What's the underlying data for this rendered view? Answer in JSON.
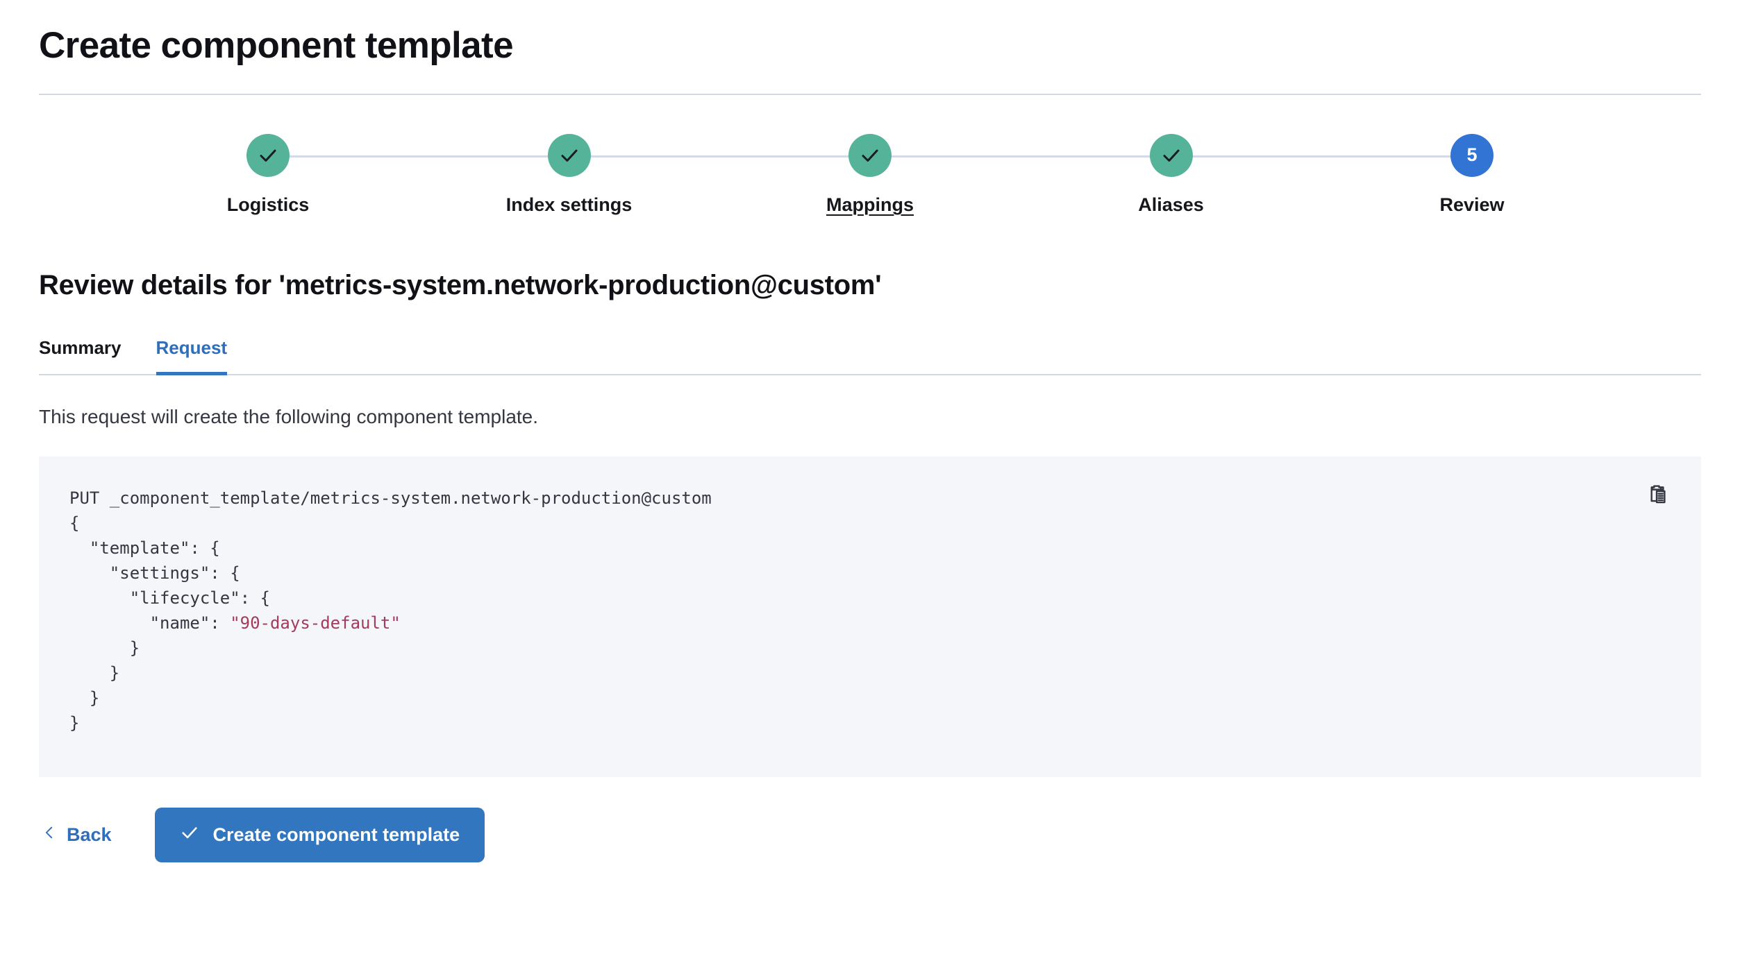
{
  "header": {
    "title": "Create component template"
  },
  "stepper": {
    "steps": [
      {
        "label": "Logistics",
        "state": "complete",
        "icon": "check-icon",
        "number": "1"
      },
      {
        "label": "Index settings",
        "state": "complete",
        "icon": "check-icon",
        "number": "2"
      },
      {
        "label": "Mappings",
        "state": "complete",
        "icon": "check-icon",
        "number": "3",
        "underlined": true
      },
      {
        "label": "Aliases",
        "state": "complete",
        "icon": "check-icon",
        "number": "4"
      },
      {
        "label": "Review",
        "state": "current",
        "icon": "",
        "number": "5"
      }
    ],
    "complete_color": "#54b399",
    "current_color": "#3274d3",
    "connector_color": "#d3dae6"
  },
  "main": {
    "review_heading": "Review details for 'metrics-system.network-production@custom'",
    "tabs": [
      {
        "label": "Summary",
        "active": false
      },
      {
        "label": "Request",
        "active": true
      }
    ],
    "description": "This request will create the following component template.",
    "code": {
      "request_line": "PUT _component_template/metrics-system.network-production@custom",
      "lines": [
        "PUT _component_template/metrics-system.network-production@custom",
        "{",
        "  \"template\": {",
        "    \"settings\": {",
        "      \"lifecycle\": {",
        "        \"name\": \"90-days-default\"",
        "      }",
        "    }",
        "  }",
        "}"
      ],
      "string_value": "\"90-days-default\"",
      "string_color": "#a33b5b",
      "background": "#f4f6fa",
      "copy_icon": "clipboard-copy-icon"
    }
  },
  "footer": {
    "back_label": "Back",
    "back_icon": "chevron-left-icon",
    "submit_label": "Create component template",
    "submit_icon": "check-icon",
    "primary_color": "#3276bf"
  }
}
